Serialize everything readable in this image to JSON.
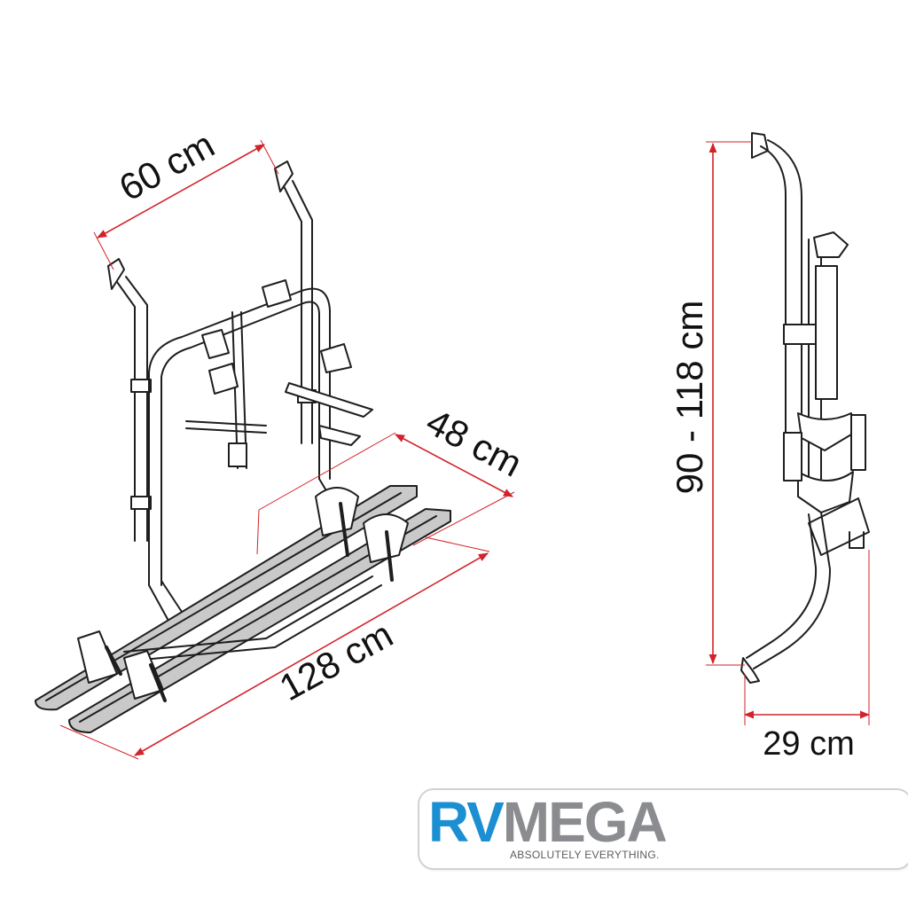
{
  "dimensions": {
    "width_label": "60 cm",
    "depth_label": "48 cm",
    "length_label": "128 cm",
    "height_label": "90 - 118 cm",
    "side_depth_label": "29 cm"
  },
  "colors": {
    "dimension_line": "#d2232a",
    "outline": "#1e1e1e",
    "rail_fill": "#c9c9c9",
    "brand_blue": "#1b8fd2",
    "brand_grey": "#8a8c8f"
  },
  "logo": {
    "word_rv": "RV",
    "word_mega": "MEGA",
    "tagline": "ABSOLUTELY EVERYTHING."
  }
}
